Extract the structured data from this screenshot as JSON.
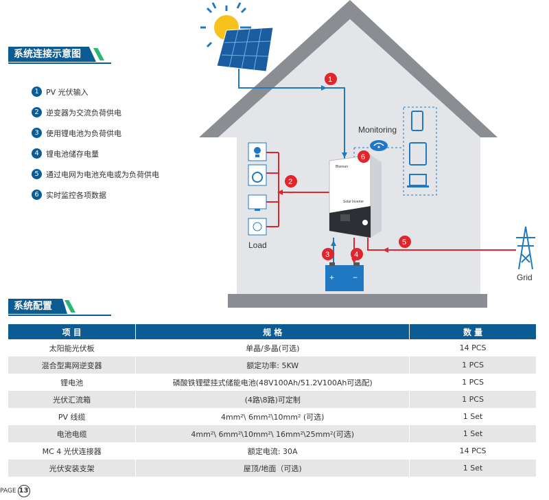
{
  "sections": {
    "diagram_title": "系统连接示意图",
    "config_title": "系统配置"
  },
  "steps": [
    {
      "num": "1",
      "text": "PV 光伏输入"
    },
    {
      "num": "2",
      "text": "逆变器为交流负荷供电"
    },
    {
      "num": "3",
      "text": "使用锂电池为负荷供电"
    },
    {
      "num": "4",
      "text": "锂电池储存电量"
    },
    {
      "num": "5",
      "text": "通过电网为电池充电或为负荷供电"
    },
    {
      "num": "6",
      "text": "实时监控各项数据"
    }
  ],
  "diagram": {
    "monitoring_label": "Monitoring",
    "load_label": "Load",
    "grid_label": "Grid",
    "inverter_brand": "Solar Inverter",
    "battery_plus": "+",
    "battery_minus": "−",
    "markers": [
      "1",
      "2",
      "3",
      "4",
      "5",
      "6"
    ]
  },
  "table": {
    "headers": [
      "项 目",
      "规 格",
      "数 量"
    ],
    "rows": [
      [
        "太阳能光伏板",
        "单晶/多晶(可选)",
        "14 PCS"
      ],
      [
        "混合型离网逆变器",
        "额定功率: 5KW",
        "1 PCS"
      ],
      [
        "锂电池",
        "磷酸铁锂壁挂式储能电池(48V100Ah/51.2V100Ah可选配)",
        "1 PCS"
      ],
      [
        "光伏汇流箱",
        "(4路\\8路)可定制",
        "1 PCS"
      ],
      [
        "PV 线缆",
        "4mm²\\ 6mm²\\10mm² (可选)",
        "1 Set"
      ],
      [
        "电池电缆",
        "4mm²\\ 6mm²\\10mm²\\ 16mm²\\25mm²(可选)",
        "1 Set"
      ],
      [
        "MC 4 光伏连接器",
        "额定电流: 30A",
        "14 PCS"
      ],
      [
        "光伏安装支架",
        "屋顶/地面（可选)",
        "1 Set"
      ]
    ]
  },
  "page": {
    "prefix": "PAGE",
    "number": "13"
  },
  "colors": {
    "brand_blue": "#0d5b93",
    "accent_green": "#2bb673",
    "marker_red": "#e0262c",
    "house_gray": "#b9bcc1"
  }
}
